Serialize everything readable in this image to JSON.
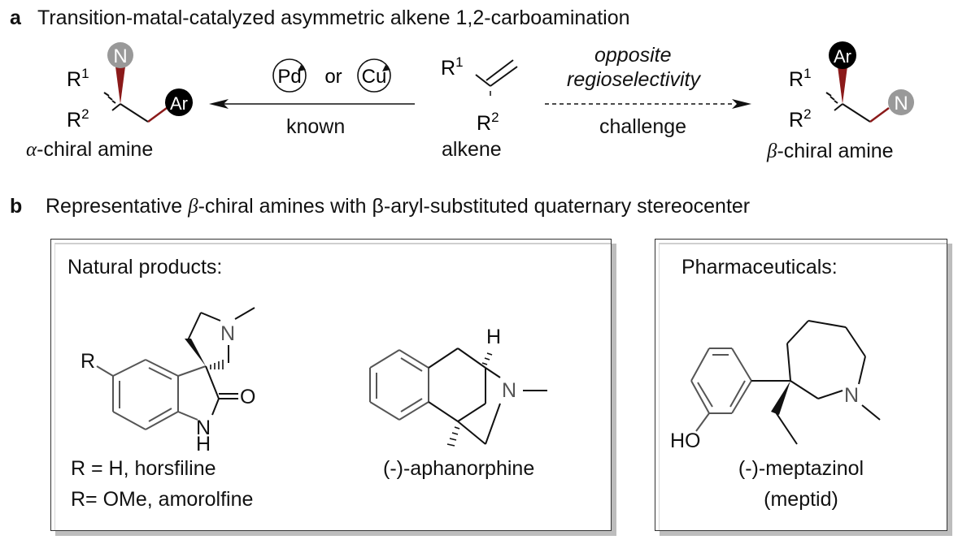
{
  "panel_a": {
    "letter": "a",
    "title": "Transition-matal-catalyzed asymmetric alkene 1,2-carboamination",
    "left_product": {
      "name_prefix": "α",
      "name_suffix": "-chiral amine",
      "n_label": "N",
      "ar_label": "Ar",
      "r1": "R",
      "r1_sup": "1",
      "r2": "R",
      "r2_sup": "2"
    },
    "catalysts": {
      "pd": "Pd",
      "or": "or",
      "cu": "Cu"
    },
    "left_arrow_label": "known",
    "alkene": {
      "name": "alkene",
      "r1": "R",
      "r1_sup": "1",
      "r2": "R",
      "r2_sup": "2"
    },
    "right_arrow_top": [
      "opposite",
      "regioselectivity"
    ],
    "right_arrow_bottom": "challenge",
    "right_product": {
      "name_prefix": "β",
      "name_suffix": "-chiral amine",
      "n_label": "N",
      "ar_label": "Ar",
      "r1": "R",
      "r1_sup": "1",
      "r2": "R",
      "r2_sup": "2"
    }
  },
  "panel_b": {
    "letter": "b",
    "title_pre": "Representative ",
    "title_beta": "β",
    "title_post": "-chiral amines with β-aryl-substituted quaternary stereocenter",
    "natural_box": {
      "heading": "Natural products:",
      "horsfiline": {
        "r_label": "R",
        "n_label": "N",
        "o_label": "O",
        "nh_n": "N",
        "nh_h": "H",
        "caption_1": "R = H, horsfiline",
        "caption_2": "R= OMe, amorolfine"
      },
      "aphanorphine": {
        "h_label": "H",
        "n_label": "N",
        "caption": "(-)-aphanorphine"
      }
    },
    "pharma_box": {
      "heading": "Pharmaceuticals:",
      "meptazinol": {
        "ho_label": "HO",
        "n_label": "N",
        "caption_1": "(-)-meptazinol",
        "caption_2": "(meptid)"
      }
    }
  },
  "colors": {
    "red_bond": "#8b1a1a",
    "n_circle": "#999999",
    "ar_circle": "#000000",
    "ring_gray": "#555555"
  }
}
